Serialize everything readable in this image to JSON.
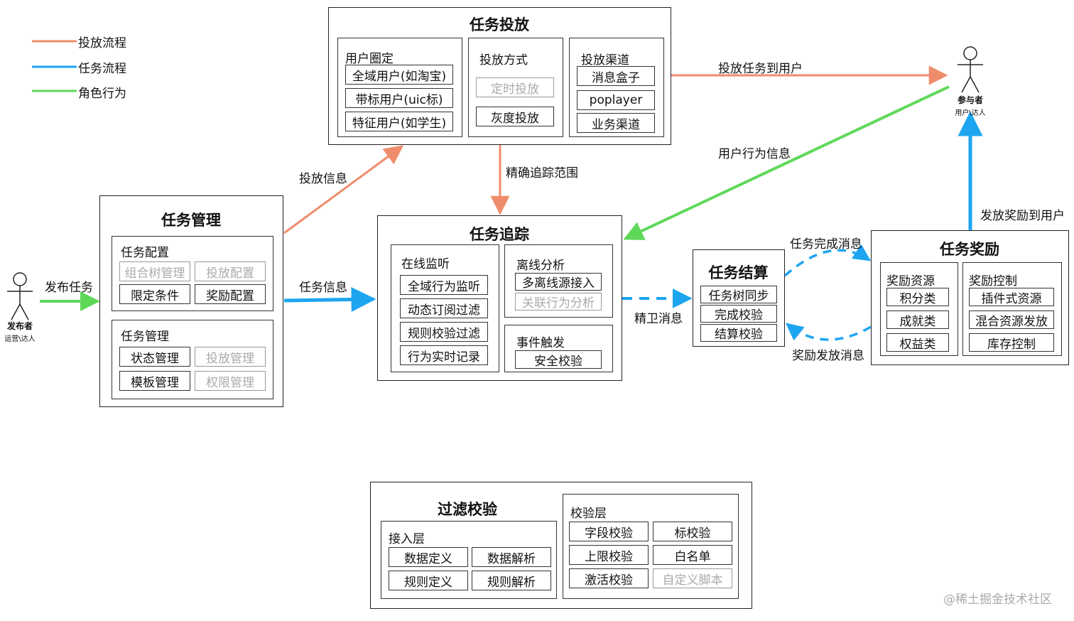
{
  "legend": {
    "items": [
      {
        "label": "投放流程",
        "color": "#ef8c6b"
      },
      {
        "label": "任务流程",
        "color": "#1ea5f0"
      },
      {
        "label": "角色行为",
        "color": "#5fd85a"
      }
    ]
  },
  "actors": {
    "publisher": {
      "name": "发布者",
      "sub": "运营\\达人"
    },
    "participant": {
      "name": "参与者",
      "sub": "用户\\达人"
    }
  },
  "flows": {
    "publish_task": "发布任务",
    "deliver_info": "投放信息",
    "task_info": "任务信息",
    "precise_range": "精确追踪范围",
    "deliver_to_user": "投放任务到用户",
    "user_behavior": "用户行为信息",
    "jingwei_msg": "精卫消息",
    "task_complete_msg": "任务完成消息",
    "reward_issue_msg": "奖励发放消息",
    "issue_reward": "发放奖励到用户"
  },
  "task_delivery": {
    "title": "任务投放",
    "audience": {
      "title": "用户圈定",
      "items": [
        "全域用户(如淘宝)",
        "带标用户(uic标)",
        "特征用户(如学生)"
      ]
    },
    "method": {
      "title": "投放方式",
      "items": [
        "定时投放",
        "灰度投放"
      ]
    },
    "channel": {
      "title": "投放渠道",
      "items": [
        "消息盒子",
        "poplayer",
        "业务渠道"
      ]
    }
  },
  "task_management": {
    "title": "任务管理",
    "config": {
      "title": "任务配置",
      "items": [
        "组合树管理",
        "投放配置",
        "限定条件",
        "奖励配置"
      ]
    },
    "manage": {
      "title": "任务管理",
      "items": [
        "状态管理",
        "投放管理",
        "模板管理",
        "权限管理"
      ]
    }
  },
  "task_tracking": {
    "title": "任务追踪",
    "online": {
      "title": "在线监听",
      "items": [
        "全域行为监听",
        "动态订阅过滤",
        "规则校验过滤",
        "行为实时记录"
      ]
    },
    "offline": {
      "title": "离线分析",
      "items": [
        "多离线源接入",
        "关联行为分析"
      ]
    },
    "event": {
      "title": "事件触发",
      "items": [
        "安全校验"
      ]
    }
  },
  "task_settlement": {
    "title": "任务结算",
    "items": [
      "任务树同步",
      "完成校验",
      "结算校验"
    ]
  },
  "task_reward": {
    "title": "任务奖励",
    "resources": {
      "title": "奖励资源",
      "items": [
        "积分类",
        "成就类",
        "权益类"
      ]
    },
    "control": {
      "title": "奖励控制",
      "items": [
        "插件式资源",
        "混合资源发放",
        "库存控制"
      ]
    }
  },
  "filter_check": {
    "title": "过滤校验",
    "access": {
      "title": "接入层",
      "items": [
        "数据定义",
        "数据解析",
        "规则定义",
        "规则解析"
      ]
    },
    "check": {
      "title": "校验层",
      "items": [
        "字段校验",
        "标校验",
        "上限校验",
        "白名单",
        "激活校验",
        "自定义脚本"
      ]
    }
  },
  "watermark": "@稀土掘金技术社区"
}
